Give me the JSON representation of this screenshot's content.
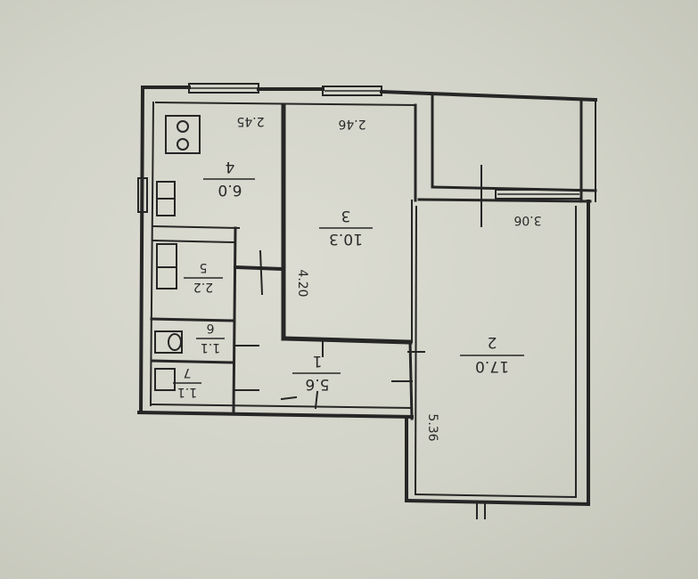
{
  "floor_plan": {
    "rooms": [
      {
        "id": "1",
        "number": "1",
        "area": "5.6"
      },
      {
        "id": "2",
        "number": "2",
        "area": "17.0"
      },
      {
        "id": "3",
        "number": "3",
        "area": "10.3"
      },
      {
        "id": "4",
        "number": "4",
        "area": "6.0"
      },
      {
        "id": "5",
        "number": "5",
        "area": "2.2"
      },
      {
        "id": "6",
        "number": "6",
        "area": "1.1"
      },
      {
        "id": "7",
        "number": "7",
        "area": "1.1"
      }
    ],
    "heights": {
      "kitchen": "2.45",
      "room3": "2.46",
      "balcony": "3.06",
      "room2_side": "5.36",
      "corridor": "4.20"
    }
  }
}
